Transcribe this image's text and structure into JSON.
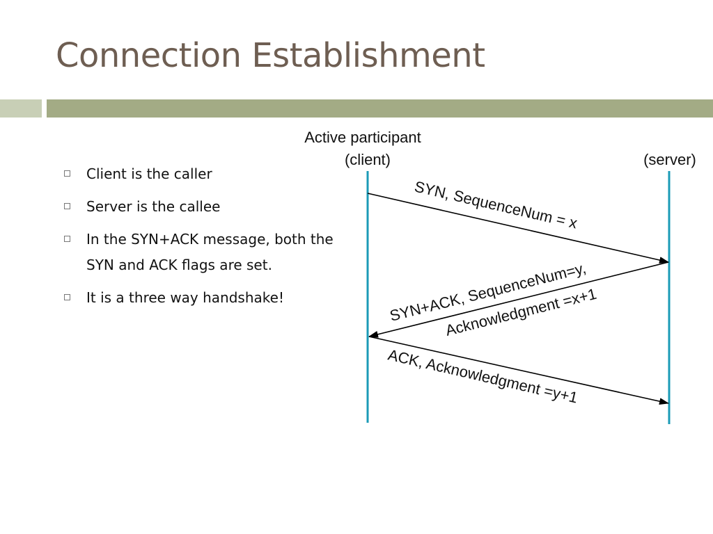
{
  "slide": {
    "title": "Connection Establishment"
  },
  "bullets": [
    "Client is the caller",
    "Server is the callee",
    "In the SYN+ACK message, both the SYN and ACK flags are set.",
    "It is a three way handshake!"
  ],
  "diagram": {
    "client_label_line1": "Active participant",
    "client_label_line2": "(client)",
    "server_label": "(server)",
    "msg_syn": "SYN, SequenceNum = x",
    "msg_synack_line1": "SYN+ACK, SequenceNum=y,",
    "msg_synack_line2": "Acknowledgment =x+1",
    "msg_ack": "ACK, Acknowledgment =y+1",
    "colors": {
      "timeline": "#1b9bb7",
      "arrow": "#000000"
    }
  }
}
